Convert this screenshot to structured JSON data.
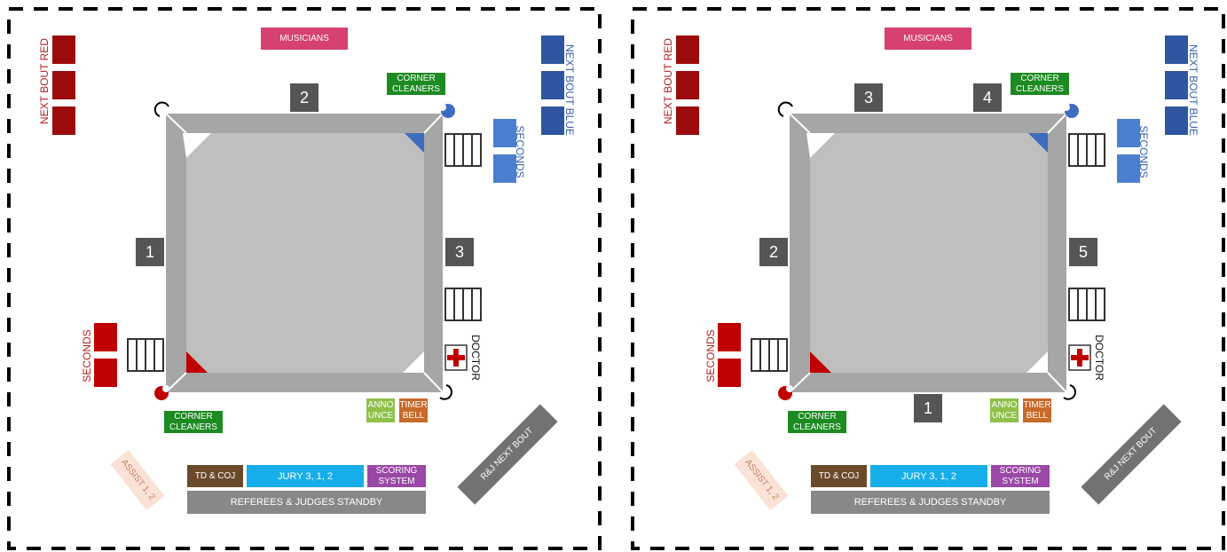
{
  "colors": {
    "red": "#c00000",
    "dark_red": "#9b0b0b",
    "blue": "#3d6bbf",
    "light_blue": "#4a7fd0",
    "ring_apron": "#a6a6a6",
    "ring_floor": "#bfbfbf",
    "musicians": "#d6416f",
    "corner_cleaners": "#1d8b22",
    "announce": "#8ec04a",
    "timer_bell": "#c86a2a",
    "td_coj": "#6b4a2c",
    "jury": "#16aeea",
    "scoring": "#9a48a6",
    "standby": "#888888"
  },
  "icons": [
    "first-aid-cross-icon",
    "steps-icon",
    "corner-post-icon"
  ],
  "layouts": [
    {
      "musicians": "MUSICIANS",
      "corner_cleaners_top": "CORNER CLEANERS",
      "corner_cleaners_bottom": "CORNER CLEANERS",
      "next_bout_red": "NEXT BOUT RED",
      "next_bout_blue": "NEXT BOUT BLUE",
      "seconds_blue": "SECONDS",
      "seconds_red": "SECONDS",
      "doctor": "DOCTOR",
      "announce": "ANNO UNCE",
      "timer_bell": "TIMER BELL",
      "assist": "ASSIST 1, 2",
      "rj_next_bout": "R&J NEXT BOUT",
      "td_coj": "TD & COJ",
      "jury": "JURY 3, 1, 2",
      "scoring": "SCORING SYSTEM",
      "standby": "REFEREES & JUDGES STANDBY",
      "judge_seats": [
        "2",
        "1",
        "3"
      ]
    },
    {
      "musicians": "MUSICIANS",
      "corner_cleaners_top": "CORNER CLEANERS",
      "corner_cleaners_bottom": "CORNER CLEANERS",
      "next_bout_red": "NEXT BOUT RED",
      "next_bout_blue": "NEXT BOUT BLUE",
      "seconds_blue": "SECONDS",
      "seconds_red": "SECONDS",
      "doctor": "DOCTOR",
      "announce": "ANNO UNCE",
      "timer_bell": "TIMER BELL",
      "assist": "ASSIST 1, 2",
      "rj_next_bout": "R&J NEXT BOUT",
      "td_coj": "TD & COJ",
      "jury": "JURY 3, 1, 2",
      "scoring": "SCORING SYSTEM",
      "standby": "REFEREES & JUDGES STANDBY",
      "judge_seats": [
        "3",
        "4",
        "2",
        "5",
        "1"
      ]
    }
  ]
}
